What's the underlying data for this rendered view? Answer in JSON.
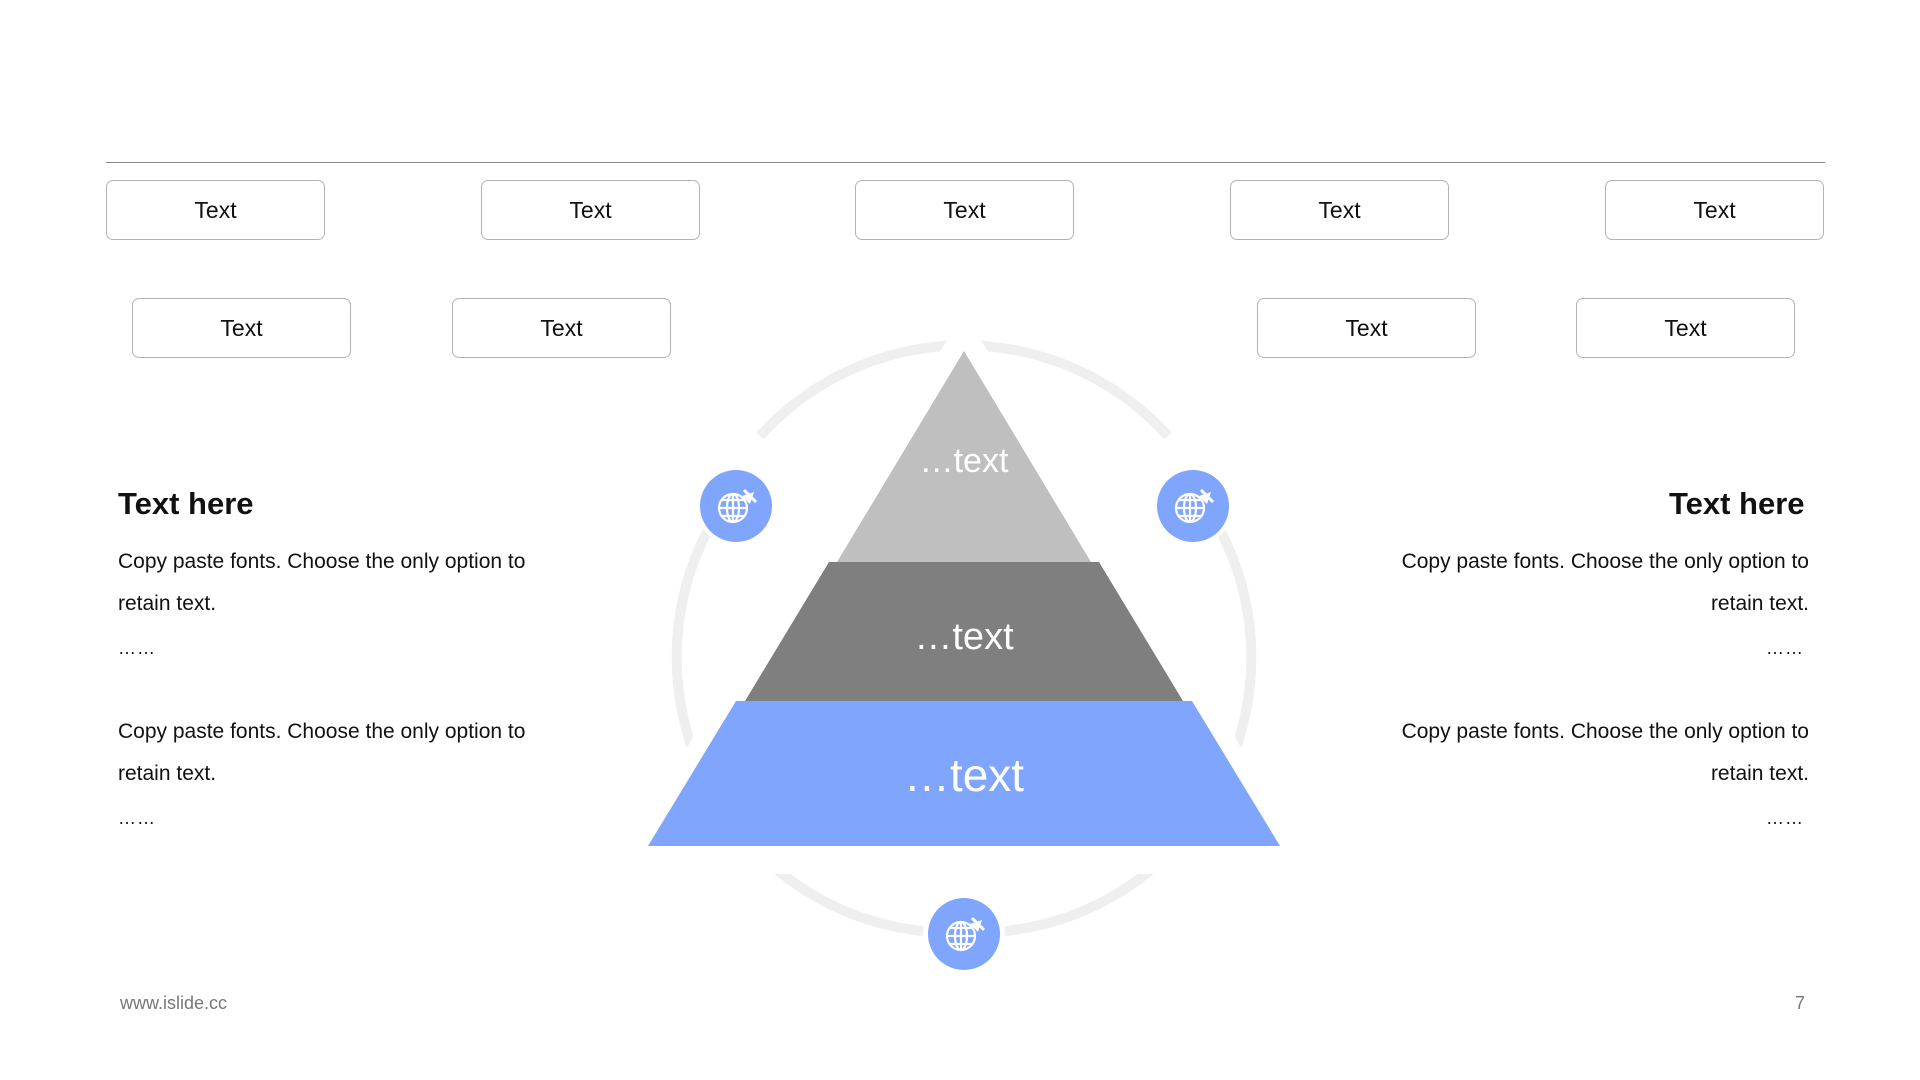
{
  "top_row_labels": [
    "Text",
    "Text",
    "Text",
    "Text",
    "Text"
  ],
  "second_row_labels": [
    "Text",
    "Text",
    "Text",
    "Text"
  ],
  "left_panel": {
    "heading": "Text here",
    "para1": "Copy paste fonts. Choose the only option to retain text.",
    "dots1": "……",
    "para2": "Copy paste fonts. Choose the only option to retain text.",
    "dots2": "……"
  },
  "right_panel": {
    "heading": "Text here",
    "para1": "Copy paste fonts. Choose the only option to retain text.",
    "dots1": "……",
    "para2": "Copy paste fonts. Choose the only option to retain text.",
    "dots2": "……"
  },
  "pyramid": {
    "top_label": "…text",
    "middle_label": "…text",
    "bottom_label": "…text"
  },
  "colors": {
    "accent_blue": "#7fa5fc",
    "pyramid_top": "#bfbfbf",
    "pyramid_middle": "#7f7f7f",
    "ring": "#efefef"
  },
  "icons": [
    "globe-plane-icon",
    "globe-plane-icon",
    "globe-plane-icon"
  ],
  "footer": {
    "url": "www.islide.cc",
    "page_number": "7"
  }
}
